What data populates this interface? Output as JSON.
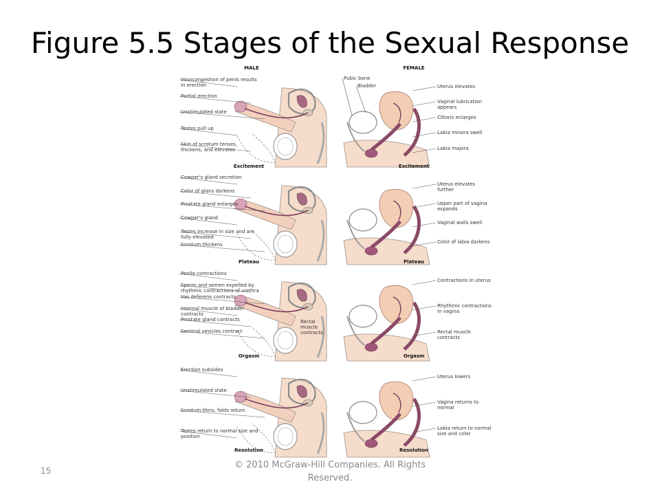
{
  "slide": {
    "title": "Figure 5.5 Stages of the Sexual Response",
    "number": "15",
    "copyright": "© 2010 McGraw-Hill Companies. All Rights Reserved."
  },
  "figure": {
    "male_heading": "MALE",
    "female_heading": "FEMALE",
    "stages": [
      {
        "name": "Excitement",
        "male_labels": [
          "Vasocongestion of penis results in erection",
          "Partial erection",
          "Unstimulated state",
          "Testes pull up",
          "Skin of scrotum tenses, thickens, and elevates"
        ],
        "female_labels": [
          "Pubic bone",
          "Bladder",
          "Uterus elevates",
          "Vaginal lubrication appears",
          "Clitoris enlarges",
          "Labia minora swell",
          "Labia majora"
        ]
      },
      {
        "name": "Plateau",
        "male_labels": [
          "Cowper's gland secretion",
          "Color of glans darkens",
          "Prostate gland enlarges",
          "Cowper's gland",
          "Testes increase in size and are fully elevated",
          "Scrotum thickens"
        ],
        "female_labels": [
          "Uterus elevates further",
          "Upper part of vagina expands",
          "Vaginal walls swell",
          "Color of labia darkens"
        ]
      },
      {
        "name": "Orgasm",
        "male_labels": [
          "Penile contractions",
          "Sperm and semen expelled by rhythmic contractions of urethra",
          "Vas deferens contracts",
          "Internal muscle of bladder contracts",
          "Prostate gland contracts",
          "Seminal vesicles contract",
          "Rectal muscle contracts"
        ],
        "female_labels": [
          "Contractions in uterus",
          "Rhythmic contractions in vagina",
          "Rectal muscle contracts"
        ]
      },
      {
        "name": "Resolution",
        "male_labels": [
          "Erection subsides",
          "Unstimulated state",
          "Scrotum thins, folds return",
          "Testes return to normal size and position"
        ],
        "female_labels": [
          "Uterus lowers",
          "Vagina returns to normal",
          "Labia return to normal size and color"
        ]
      }
    ]
  }
}
